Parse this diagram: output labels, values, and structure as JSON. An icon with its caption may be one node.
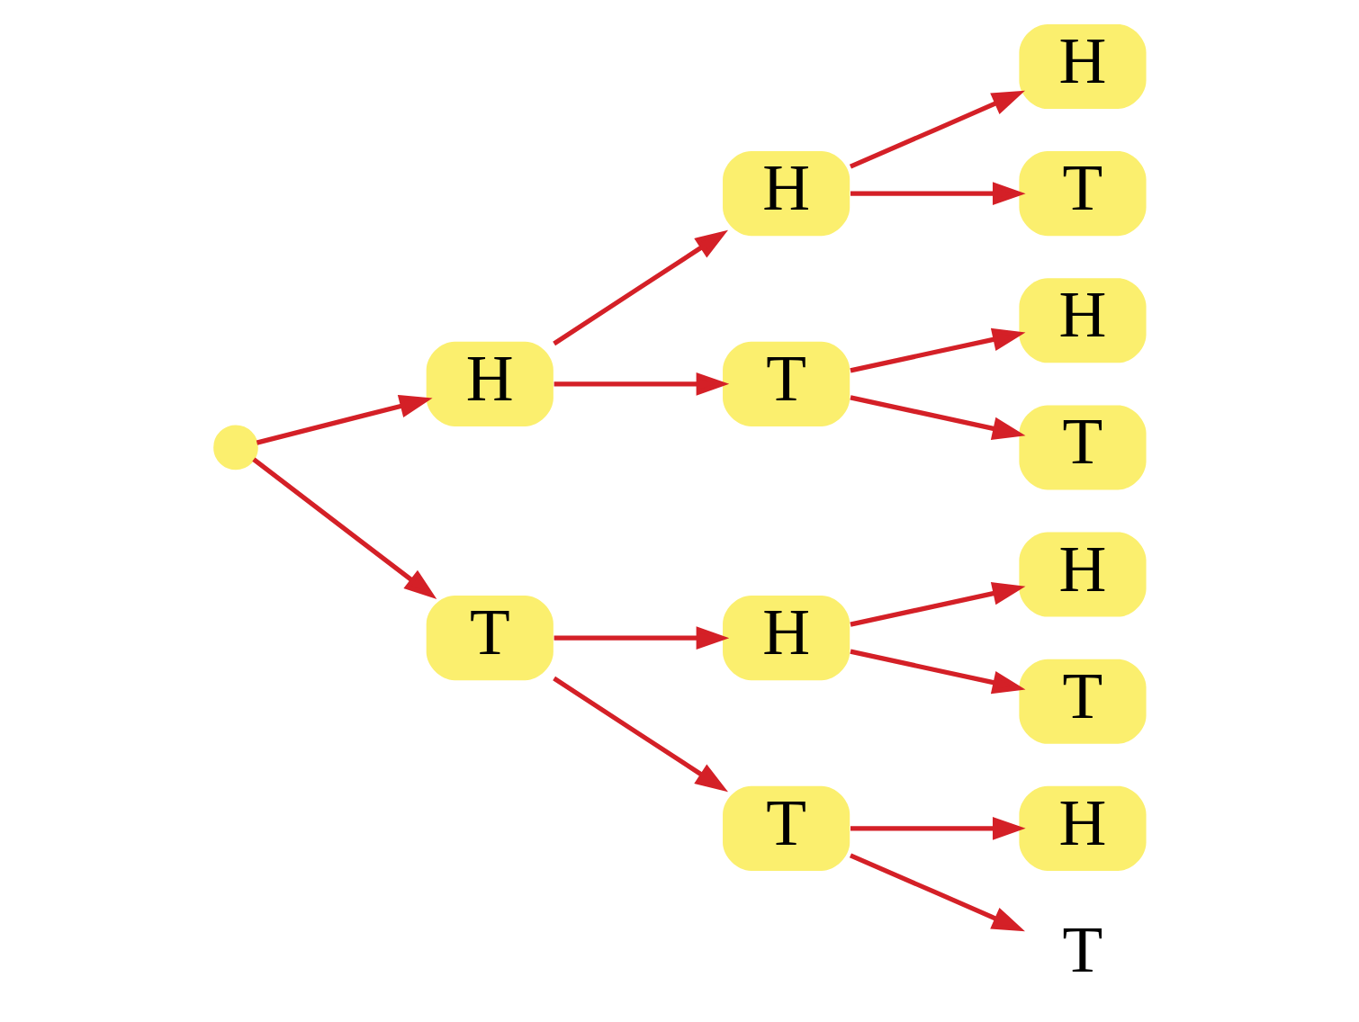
{
  "diagram": {
    "nodes": [
      {
        "text": [],
        "shape": "point"
      },
      {
        "text": [
          "H"
        ]
      },
      {
        "text": [
          "T"
        ]
      },
      {
        "text": [
          "H"
        ]
      },
      {
        "text": [
          "T"
        ]
      },
      {
        "text": [
          "H"
        ]
      },
      {
        "text": [
          "T"
        ]
      },
      {
        "text": [
          "H"
        ]
      },
      {
        "text": [
          "T"
        ]
      },
      {
        "text": [
          "H"
        ]
      },
      {
        "text": [
          "T"
        ]
      },
      {
        "text": [
          "H"
        ]
      },
      {
        "text": [
          "T"
        ]
      },
      {
        "text": [
          "H"
        ]
      },
      {
        "text": [
          "T"
        ]
      }
    ],
    "edges": [
      {
        "from": 0,
        "to": 1,
        "arrow": "to"
      },
      {
        "from": 0,
        "to": 2,
        "arrow": "to"
      },
      {
        "from": 1,
        "to": 3,
        "arrow": "to"
      },
      {
        "from": 1,
        "to": 4,
        "arrow": "to"
      },
      {
        "from": 3,
        "to": 7,
        "arrow": "to"
      },
      {
        "from": 3,
        "to": 8,
        "arrow": "to"
      },
      {
        "from": 4,
        "to": 9,
        "arrow": "to"
      },
      {
        "from": 4,
        "to": 10,
        "arrow": "to"
      },
      {
        "from": 2,
        "to": 5,
        "arrow": "to"
      },
      {
        "from": 2,
        "to": 6,
        "arrow": "to"
      },
      {
        "from": 5,
        "to": 11,
        "arrow": "to"
      },
      {
        "from": 5,
        "to": 12,
        "arrow": "to"
      },
      {
        "from": 6,
        "to": 13,
        "arrow": "to"
      },
      {
        "from": 6,
        "to": 14,
        "arrow": "to"
      }
    ]
  }
}
